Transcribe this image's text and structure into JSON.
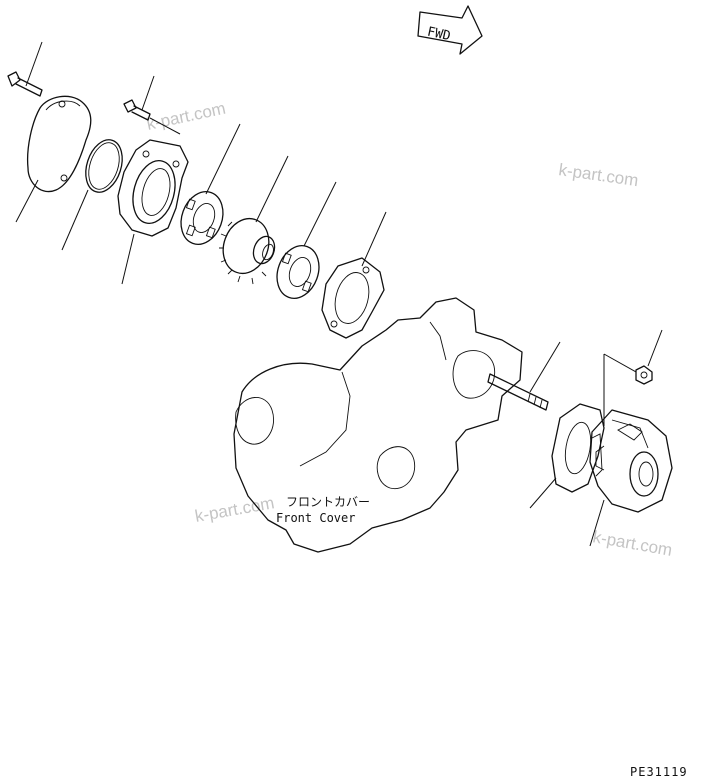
{
  "fwd_label": "FWD",
  "front_cover_jp": "フロントカバー",
  "front_cover_en": "Front Cover",
  "page_code": "PE31119",
  "watermark": "k-part.com",
  "stroke_color": "#111111",
  "watermark_color": "#c4c4c4",
  "background_color": "#ffffff"
}
